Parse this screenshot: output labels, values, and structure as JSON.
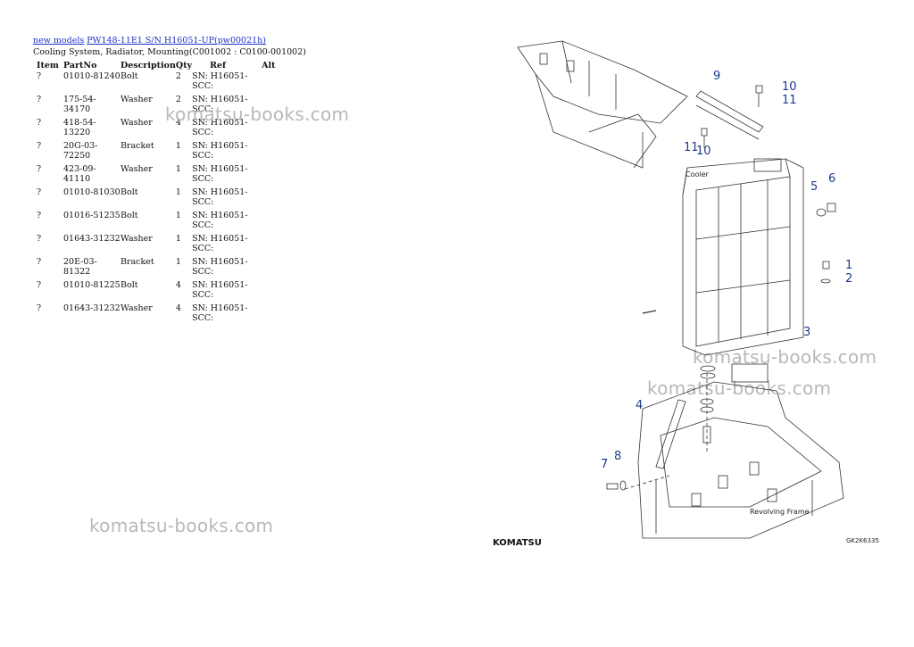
{
  "breadcrumb": {
    "link1": "new models",
    "link2": "PW148-11E1 S/N H16051-UP(pw00021h)"
  },
  "subtitle": "Cooling System, Radiator, Mounting(C001002 : C0100-001002)",
  "table": {
    "headers": {
      "item": "Item",
      "partno": "PartNo",
      "description": "Description",
      "qty": "Qty",
      "ref": "Ref",
      "alt": "Alt"
    },
    "rows": [
      {
        "item": "?",
        "partno": "01010-81240",
        "description": "Bolt",
        "qty": "2",
        "sn1": "SN: H16051-",
        "sn2": "SCC:"
      },
      {
        "item": "?",
        "partno": "175-54-34170",
        "description": "Washer",
        "qty": "2",
        "sn1": "SN: H16051-",
        "sn2": "SCC:"
      },
      {
        "item": "?",
        "partno": "418-54-13220",
        "description": "Washer",
        "qty": "4",
        "sn1": "SN: H16051-",
        "sn2": "SCC:"
      },
      {
        "item": "?",
        "partno": "20G-03-72250",
        "description": "Bracket",
        "qty": "1",
        "sn1": "SN: H16051-",
        "sn2": "SCC:"
      },
      {
        "item": "?",
        "partno": "423-09-41110",
        "description": "Washer",
        "qty": "1",
        "sn1": "SN: H16051-",
        "sn2": "SCC:"
      },
      {
        "item": "?",
        "partno": "01010-81030",
        "description": "Bolt",
        "qty": "1",
        "sn1": "SN: H16051-",
        "sn2": "SCC:"
      },
      {
        "item": "?",
        "partno": "01016-51235",
        "description": "Bolt",
        "qty": "1",
        "sn1": "SN: H16051-",
        "sn2": "SCC:"
      },
      {
        "item": "?",
        "partno": "01643-31232",
        "description": "Washer",
        "qty": "1",
        "sn1": "SN: H16051-",
        "sn2": "SCC:"
      },
      {
        "item": "?",
        "partno": "20E-03-81322",
        "description": "Bracket",
        "qty": "1",
        "sn1": "SN: H16051-",
        "sn2": "SCC:"
      },
      {
        "item": "?",
        "partno": "01010-81225",
        "description": "Bolt",
        "qty": "4",
        "sn1": "SN: H16051-",
        "sn2": "SCC:"
      },
      {
        "item": "?",
        "partno": "01643-31232",
        "description": "Washer",
        "qty": "4",
        "sn1": "SN: H16051-",
        "sn2": "SCC:"
      }
    ]
  },
  "watermark": "komatsu-books.com",
  "diagram": {
    "callouts": [
      "1",
      "2",
      "3",
      "4",
      "5",
      "6",
      "7",
      "8",
      "9",
      "10",
      "11",
      "10",
      "11"
    ],
    "label_cooler": "Cooler",
    "label_frame": "Revolving Frame",
    "logo": "KOMATSU",
    "code": "GK2K6335"
  },
  "colors": {
    "link": "#1a33c8",
    "callout": "#1c3a8c",
    "watermark": "#b8b8b8"
  }
}
